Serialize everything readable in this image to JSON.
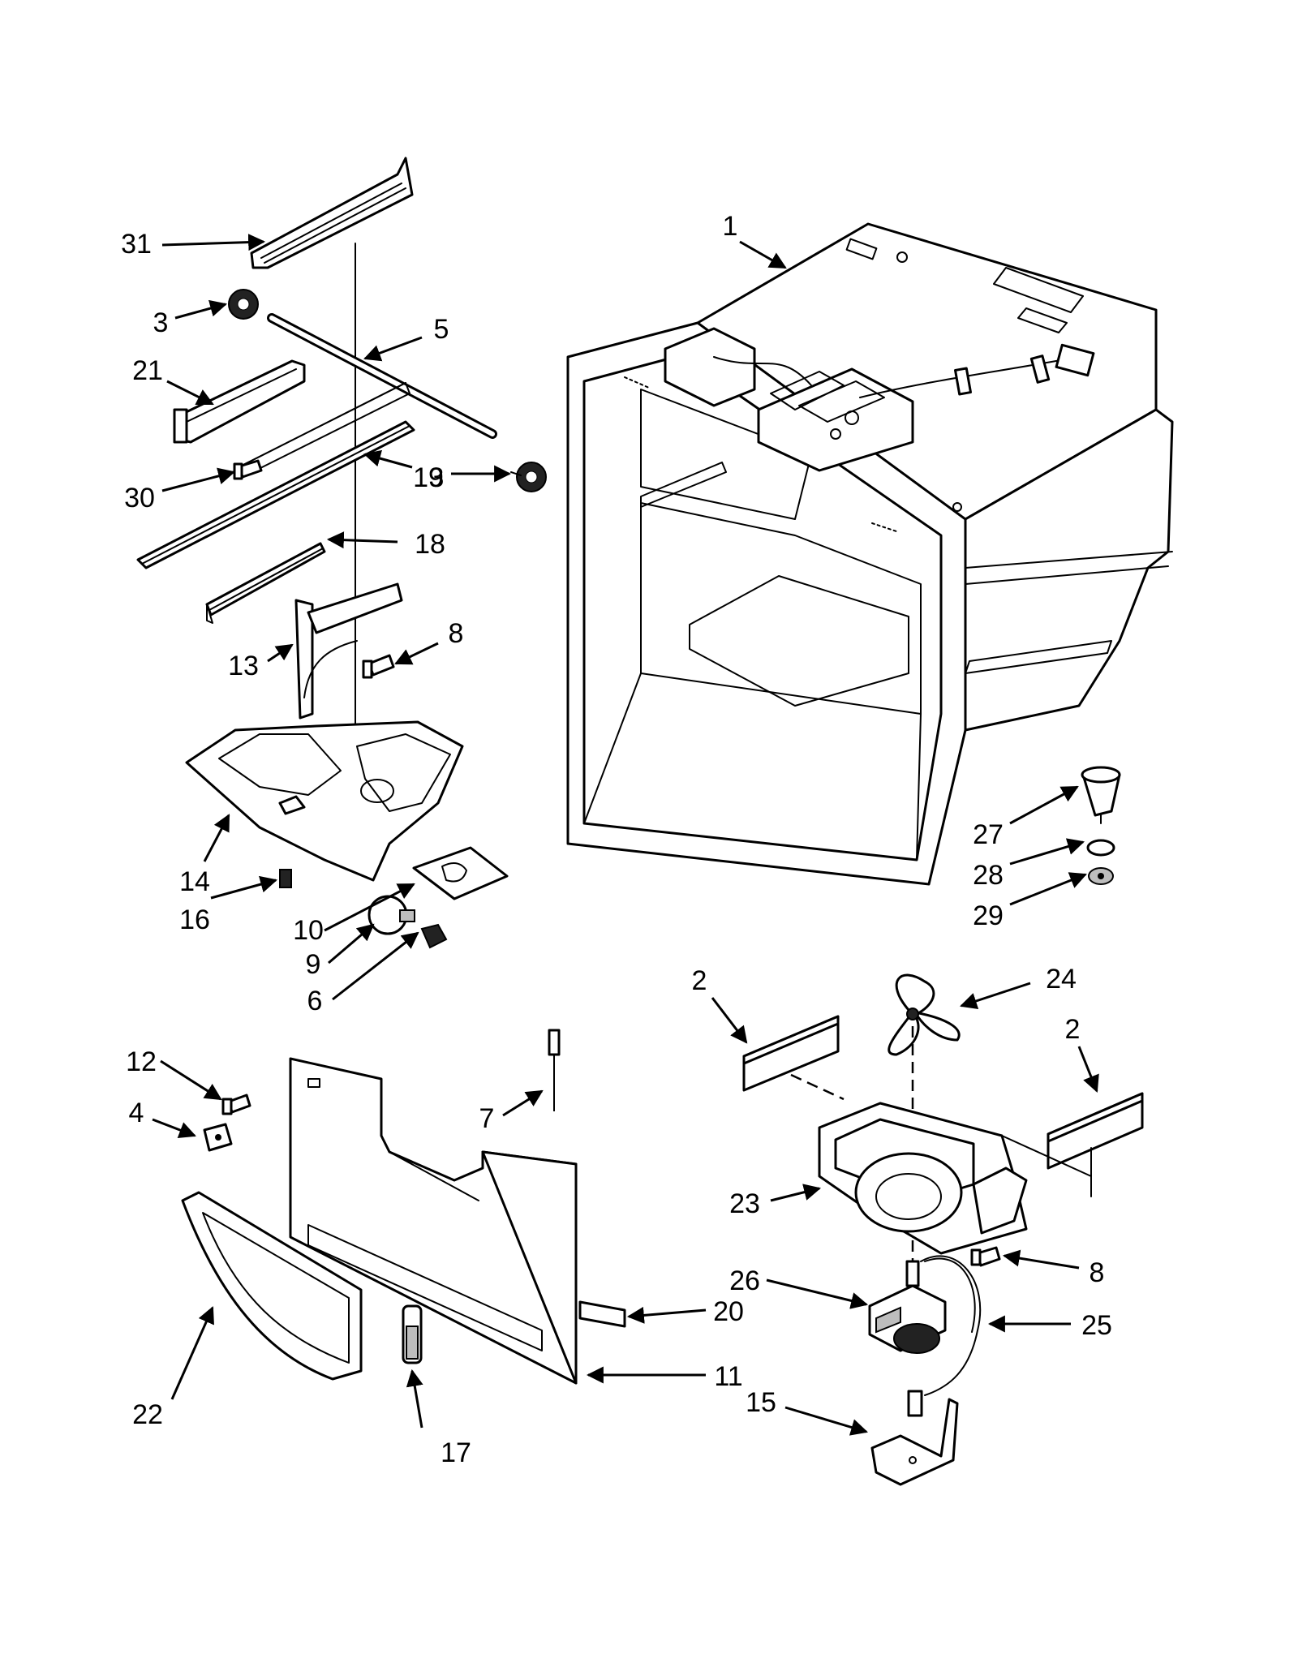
{
  "callouts": [
    {
      "id": "c1",
      "text": "1"
    },
    {
      "id": "c2a",
      "text": "2"
    },
    {
      "id": "c2b",
      "text": "2"
    },
    {
      "id": "c3a",
      "text": "3"
    },
    {
      "id": "c3b",
      "text": "3"
    },
    {
      "id": "c4",
      "text": "4"
    },
    {
      "id": "c5",
      "text": "5"
    },
    {
      "id": "c6",
      "text": "6"
    },
    {
      "id": "c7",
      "text": "7"
    },
    {
      "id": "c8a",
      "text": "8"
    },
    {
      "id": "c8b",
      "text": "8"
    },
    {
      "id": "c9",
      "text": "9"
    },
    {
      "id": "c10",
      "text": "10"
    },
    {
      "id": "c11",
      "text": "11"
    },
    {
      "id": "c12",
      "text": "12"
    },
    {
      "id": "c13",
      "text": "13"
    },
    {
      "id": "c14",
      "text": "14"
    },
    {
      "id": "c15",
      "text": "15"
    },
    {
      "id": "c16",
      "text": "16"
    },
    {
      "id": "c17",
      "text": "17"
    },
    {
      "id": "c18",
      "text": "18"
    },
    {
      "id": "c19",
      "text": "19"
    },
    {
      "id": "c20",
      "text": "20"
    },
    {
      "id": "c21",
      "text": "21"
    },
    {
      "id": "c22",
      "text": "22"
    },
    {
      "id": "c23",
      "text": "23"
    },
    {
      "id": "c24",
      "text": "24"
    },
    {
      "id": "c25",
      "text": "25"
    },
    {
      "id": "c26",
      "text": "26"
    },
    {
      "id": "c27",
      "text": "27"
    },
    {
      "id": "c28",
      "text": "28"
    },
    {
      "id": "c29",
      "text": "29"
    },
    {
      "id": "c30",
      "text": "30"
    },
    {
      "id": "c31",
      "text": "31"
    }
  ]
}
